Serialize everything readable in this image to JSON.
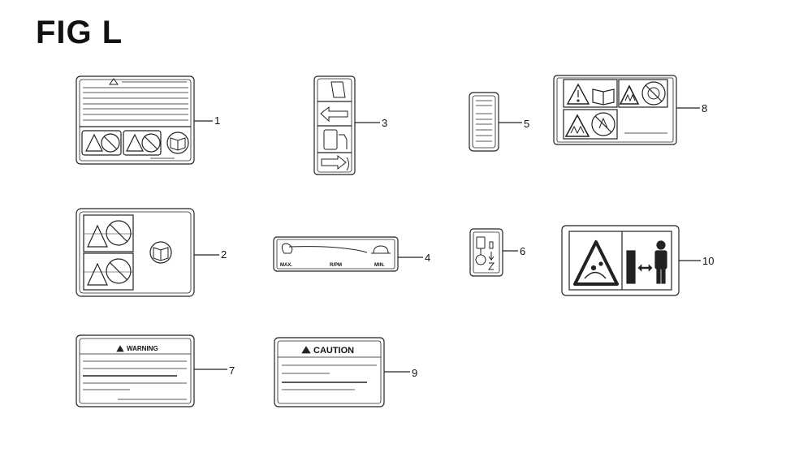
{
  "figure": {
    "title": "FIG L"
  },
  "callouts": [
    "1",
    "2",
    "3",
    "4",
    "5",
    "6",
    "7",
    "8",
    "9",
    "10"
  ],
  "label_texts": {
    "warning": "WARNING",
    "caution": "CAUTION",
    "rpm_max": "MAX.",
    "rpm_unit": "R/PM",
    "rpm_min": "MIN."
  }
}
